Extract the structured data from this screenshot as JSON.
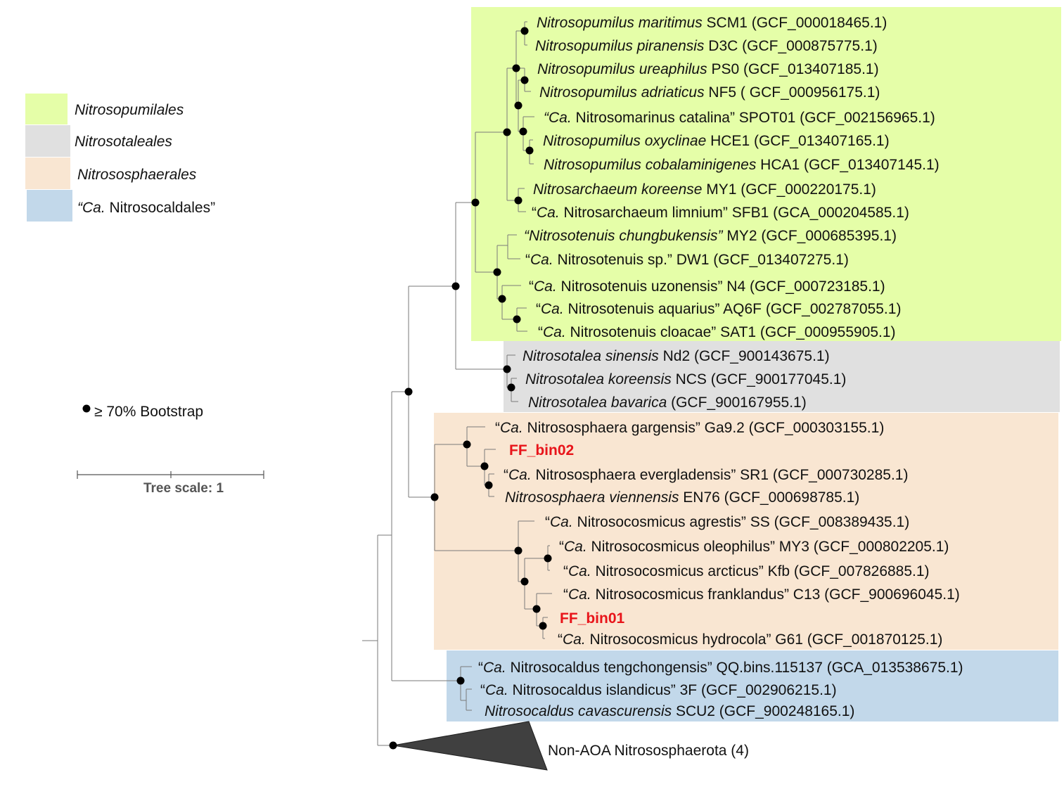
{
  "legend": {
    "items": [
      {
        "name": "Nitrosopumilales",
        "color": "#e5fea8"
      },
      {
        "name": "Nitrosotaleales",
        "color": "#e0e0e0"
      },
      {
        "name": "Nitrososphaerales",
        "color": "#f9e6d2"
      },
      {
        "name": "Nitrosocaldales",
        "color": "#c2d8ea",
        "prefix": "“Ca. ",
        "suffix": "”"
      }
    ],
    "bootstrap": "≥ 70% Bootstrap",
    "scale": "Tree scale: 1"
  },
  "leaves": [
    {
      "pre": "",
      "it": "Nitrosopumilus maritimus",
      "post": " SCM1 (GCF_000018465.1)"
    },
    {
      "pre": "",
      "it": "Nitrosopumilus piranensis",
      "post": " D3C (GCF_000875775.1)"
    },
    {
      "pre": "",
      "it": "Nitrosopumilus ureaphilus",
      "post": " PS0 (GCF_013407185.1)"
    },
    {
      "pre": "",
      "it": "Nitrosopumilus adriaticus",
      "post": " NF5 ( GCF_000956175.1)"
    },
    {
      "pre": "",
      "it": "“Ca.",
      "post": " Nitrosomarinus catalina” SPOT01 (GCF_002156965.1)"
    },
    {
      "pre": "",
      "it": "Nitrosopumilus oxyclinae",
      "post": " HCE1 (GCF_013407165.1)"
    },
    {
      "pre": "",
      "it": "Nitrosopumilus cobalaminigenes",
      "post": " HCA1 (GCF_013407145.1)"
    },
    {
      "pre": "",
      "it": "Nitrosarchaeum koreense",
      "post": " MY1 (GCF_000220175.1)"
    },
    {
      "pre": "“",
      "it": "Ca.",
      "post": " Nitrosarchaeum limnium” SFB1 (GCA_000204585.1)"
    },
    {
      "pre": "",
      "it": "“Nitrosotenuis chungbukensis”",
      "post": " MY2 (GCF_000685395.1)"
    },
    {
      "pre": "“",
      "it": "Ca.",
      "post": " Nitrosotenuis sp.” DW1 (GCF_013407275.1)"
    },
    {
      "pre": "“",
      "it": "Ca.",
      "post": " Nitrosotenuis uzonensis” N4 (GCF_000723185.1)"
    },
    {
      "pre": "“",
      "it": "Ca.",
      "post": " Nitrosotenuis aquarius” AQ6F (GCF_002787055.1)"
    },
    {
      "pre": "“",
      "it": "Ca.",
      "post": " Nitrosotenuis cloacae” SAT1 (GCF_000955905.1)"
    },
    {
      "pre": "",
      "it": "Nitrosotalea sinensis",
      "post": " Nd2 (GCF_900143675.1)"
    },
    {
      "pre": "",
      "it": "Nitrosotalea koreensis",
      "post": " NCS (GCF_900177045.1)"
    },
    {
      "pre": "",
      "it": "Nitrosotalea bavarica",
      "post": " (GCF_900167955.1)"
    },
    {
      "pre": "“",
      "it": "Ca.",
      "post": " Nitrososphaera gargensis” Ga9.2 (GCF_000303155.1)"
    },
    {
      "pre": "",
      "it": "",
      "post": "FF_bin02",
      "highlight": true
    },
    {
      "pre": "“",
      "it": "Ca.",
      "post": " Nitrososphaera evergladensis” SR1 (GCF_000730285.1)"
    },
    {
      "pre": "",
      "it": "Nitrososphaera viennensis",
      "post": " EN76 (GCF_000698785.1)"
    },
    {
      "pre": "“",
      "it": "Ca.",
      "post": " Nitrosocosmicus agrestis” SS (GCF_008389435.1)"
    },
    {
      "pre": "“",
      "it": "Ca.",
      "post": " Nitrosocosmicus oleophilus” MY3 (GCF_000802205.1)"
    },
    {
      "pre": "“",
      "it": "Ca.",
      "post": " Nitrosocosmicus arcticus” Kfb (GCF_007826885.1)"
    },
    {
      "pre": "“",
      "it": "Ca.",
      "post": " Nitrosocosmicus franklandus” C13 (GCF_900696045.1)"
    },
    {
      "pre": "",
      "it": "",
      "post": "FF_bin01",
      "highlight": true
    },
    {
      "pre": "“",
      "it": "Ca.",
      "post": " Nitrosocosmicus hydrocola” G61 (GCF_001870125.1)"
    },
    {
      "pre": "“",
      "it": "Ca.",
      "post": " Nitrosocaldus tengchongensis” QQ.bins.115137 (GCA_013538675.1)"
    },
    {
      "pre": "“",
      "it": "Ca.",
      "post": " Nitrosocaldus islandicus” 3F (GCF_002906215.1)"
    },
    {
      "pre": "",
      "it": "Nitrosocaldus cavascurensis",
      "post": " SCU2 (GCF_900248165.1)"
    }
  ],
  "collapsed": {
    "label": "Non-AOA Nitrososphaerota (4)",
    "color": "#404040"
  }
}
